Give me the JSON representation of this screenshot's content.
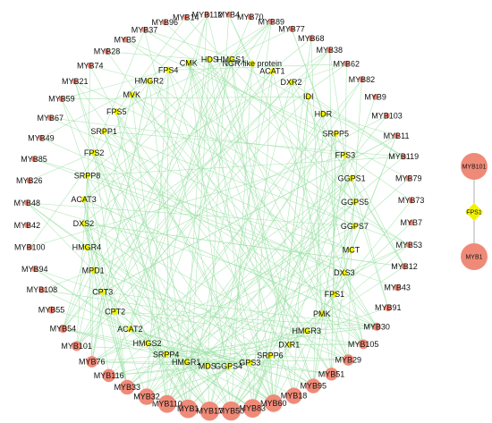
{
  "colors": {
    "myb_node": "#f08a78",
    "gene_node": "#f2f200",
    "edge": "#9fe2a8",
    "side_edge": "#999999"
  },
  "outer_nodes": [
    "MYB14",
    "MYB112",
    "MYB4",
    "MYB70",
    "MYB89",
    "MYB77",
    "MYB68",
    "MYB38",
    "MYB62",
    "MYB82",
    "MYB9",
    "MYB103",
    "MYB11",
    "MYB119",
    "MYB79",
    "MYB73",
    "MYB7",
    "MYB53",
    "MYB12",
    "MYB43",
    "MYB91",
    "MYB30",
    "MYB105",
    "MYB29",
    "MYB51",
    "MYB95",
    "MYB18",
    "MYB60",
    "MYB83",
    "MYB50",
    "MYB17",
    "MYB1",
    "MYB110",
    "MYB32",
    "MYB33",
    "MYB116",
    "MYB76",
    "MYB101",
    "MYB54",
    "MYB55",
    "MYB108",
    "MYB94",
    "MYB100",
    "MYB42",
    "MYB48",
    "MYB26",
    "MYB85",
    "MYB49",
    "MYB67",
    "MYB59",
    "MYB21",
    "MYB74",
    "MYB28",
    "MYB5",
    "MYB37",
    "MYB96"
  ],
  "inner_nodes": [
    "HDS",
    "HMGS1",
    "NGR-like protein",
    "ACAT1",
    "DXR2",
    "IDI",
    "HDR",
    "SRPP5",
    "FPS3",
    "GGPS1",
    "GGPS5",
    "GGPS7",
    "MCT",
    "DXS3",
    "FPS1",
    "PMK",
    "HMGR3",
    "DXR1",
    "SRPP6",
    "GPS3",
    "GGPS4",
    "MDS",
    "HMGR1",
    "SRPP4",
    "HMGS2",
    "ACAT2",
    "CPT2",
    "CPT3",
    "MPD1",
    "HMGR4",
    "DXS2",
    "ACAT3",
    "SRPP8",
    "FPS2",
    "SRPP1",
    "FPS5",
    "MVK",
    "HMGR2",
    "FPS4",
    "CMK"
  ],
  "side_network": {
    "nodes": [
      "MYB101",
      "FPS1",
      "MYB1"
    ]
  }
}
